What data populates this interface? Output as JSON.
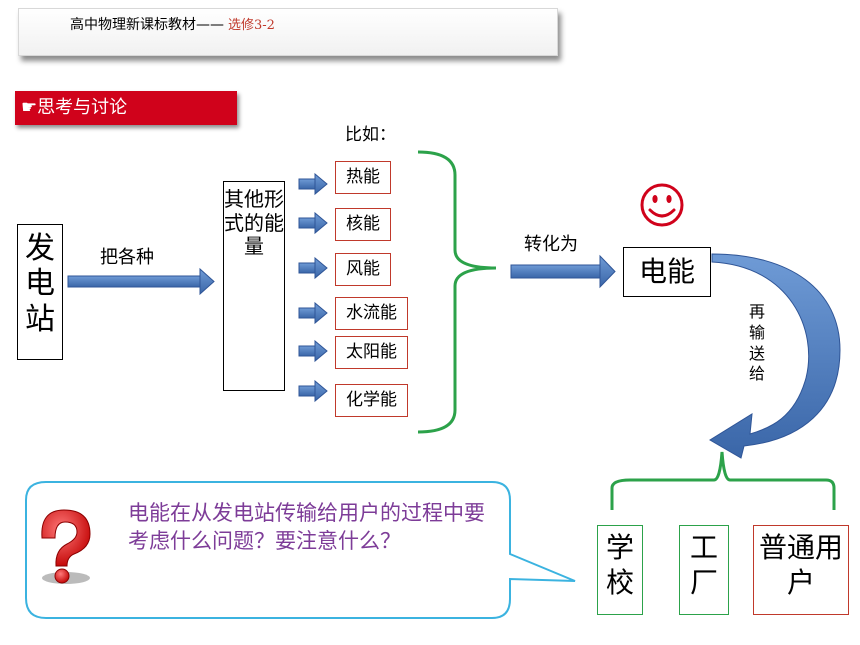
{
  "header": {
    "title": "高中物理新课标教材——",
    "subtitle": "选修3-2"
  },
  "label": "☛思考与讨论",
  "station": "发电站",
  "arrow_text_1": "把各种",
  "other_forms": "其他形式的能量",
  "example_label": "比如：",
  "energies": [
    "热能",
    "核能",
    "风能",
    "水流能",
    "太阳能",
    "化学能"
  ],
  "convert_text": "转化为",
  "electric": "电能",
  "deliver_text": "再输送给",
  "destinations": [
    "学校",
    "工厂",
    "普通用户"
  ],
  "question": "电能在从发电站传输给用户的过程中要考虑什么问题？要注意什么？",
  "colors": {
    "red": "#d0021b",
    "green": "#2ca24a",
    "arrow_blue": "#4a7ebb",
    "purple": "#7d3c98"
  },
  "icons": [
    "books-icon",
    "clover-icon",
    "smiley-icon",
    "question-mark-icon"
  ]
}
